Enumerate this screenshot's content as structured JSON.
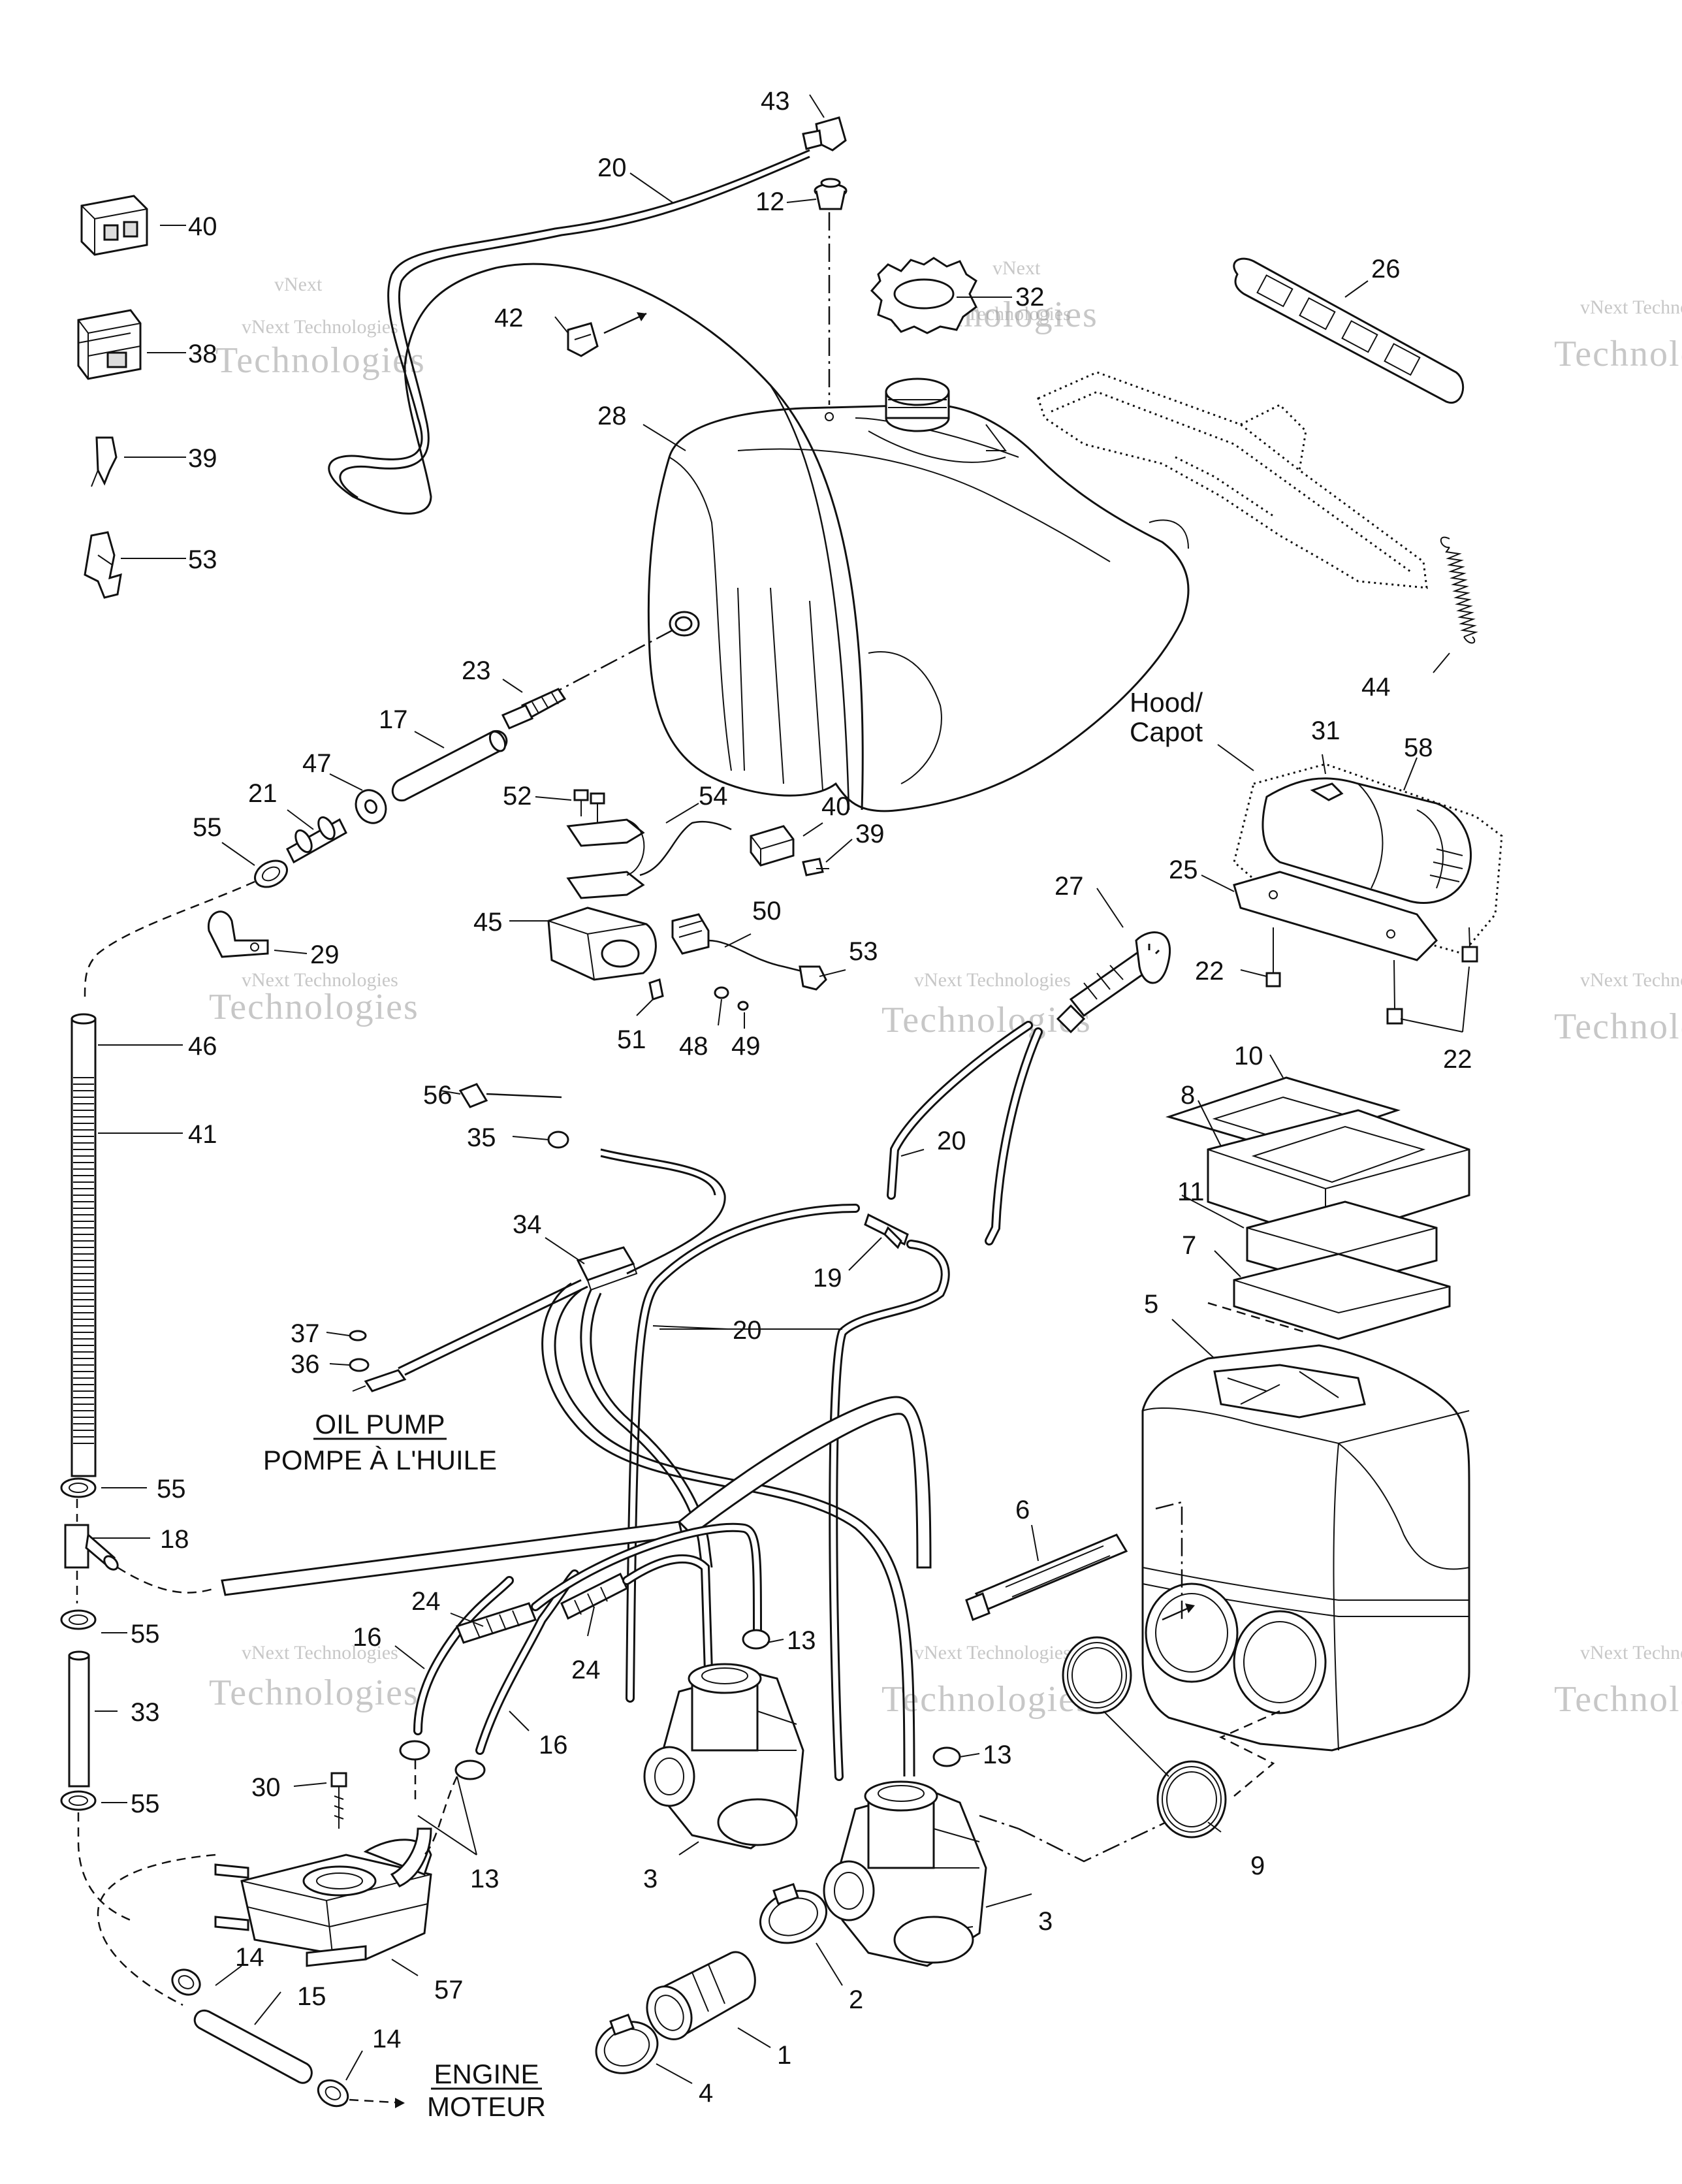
{
  "callouts": [
    {
      "id": "c43",
      "text": "43"
    },
    {
      "id": "c20a",
      "text": "20"
    },
    {
      "id": "c12",
      "text": "12"
    },
    {
      "id": "c40a",
      "text": "40"
    },
    {
      "id": "c38",
      "text": "38"
    },
    {
      "id": "c39a",
      "text": "39"
    },
    {
      "id": "c53a",
      "text": "53"
    },
    {
      "id": "c42",
      "text": "42"
    },
    {
      "id": "c32",
      "text": "32"
    },
    {
      "id": "c26",
      "text": "26"
    },
    {
      "id": "c28",
      "text": "28"
    },
    {
      "id": "c44",
      "text": "44"
    },
    {
      "id": "c23",
      "text": "23"
    },
    {
      "id": "c17",
      "text": "17"
    },
    {
      "id": "c47",
      "text": "47"
    },
    {
      "id": "c21",
      "text": "21"
    },
    {
      "id": "c55a",
      "text": "55"
    },
    {
      "id": "c52",
      "text": "52"
    },
    {
      "id": "c54",
      "text": "54"
    },
    {
      "id": "c40b",
      "text": "40"
    },
    {
      "id": "c39b",
      "text": "39"
    },
    {
      "id": "c31",
      "text": "31"
    },
    {
      "id": "c58",
      "text": "58"
    },
    {
      "id": "c29",
      "text": "29"
    },
    {
      "id": "c45",
      "text": "45"
    },
    {
      "id": "c50",
      "text": "50"
    },
    {
      "id": "c53b",
      "text": "53"
    },
    {
      "id": "c27",
      "text": "27"
    },
    {
      "id": "c25",
      "text": "25"
    },
    {
      "id": "c22a",
      "text": "22"
    },
    {
      "id": "c22b",
      "text": "22"
    },
    {
      "id": "c46",
      "text": "46"
    },
    {
      "id": "c51",
      "text": "51"
    },
    {
      "id": "c48",
      "text": "48"
    },
    {
      "id": "c49",
      "text": "49"
    },
    {
      "id": "c10",
      "text": "10"
    },
    {
      "id": "c8",
      "text": "8"
    },
    {
      "id": "c56",
      "text": "56"
    },
    {
      "id": "c41",
      "text": "41"
    },
    {
      "id": "c35",
      "text": "35"
    },
    {
      "id": "c20b",
      "text": "20"
    },
    {
      "id": "c11",
      "text": "11"
    },
    {
      "id": "c34",
      "text": "34"
    },
    {
      "id": "c19",
      "text": "19"
    },
    {
      "id": "c7",
      "text": "7"
    },
    {
      "id": "c5",
      "text": "5"
    },
    {
      "id": "c20c",
      "text": "20"
    },
    {
      "id": "c37",
      "text": "37"
    },
    {
      "id": "c36",
      "text": "36"
    },
    {
      "id": "c55b",
      "text": "55"
    },
    {
      "id": "c18",
      "text": "18"
    },
    {
      "id": "c6",
      "text": "6"
    },
    {
      "id": "c24a",
      "text": "24"
    },
    {
      "id": "c55c",
      "text": "55"
    },
    {
      "id": "c16a",
      "text": "16"
    },
    {
      "id": "c24b",
      "text": "24"
    },
    {
      "id": "c13a",
      "text": "13"
    },
    {
      "id": "c33",
      "text": "33"
    },
    {
      "id": "c16b",
      "text": "16"
    },
    {
      "id": "c13b",
      "text": "13"
    },
    {
      "id": "c55d",
      "text": "55"
    },
    {
      "id": "c30",
      "text": "30"
    },
    {
      "id": "c13c",
      "text": "13"
    },
    {
      "id": "c3a",
      "text": "3"
    },
    {
      "id": "c9",
      "text": "9"
    },
    {
      "id": "c3b",
      "text": "3"
    },
    {
      "id": "c14a",
      "text": "14"
    },
    {
      "id": "c57",
      "text": "57"
    },
    {
      "id": "c15",
      "text": "15"
    },
    {
      "id": "c2",
      "text": "2"
    },
    {
      "id": "c14b",
      "text": "14"
    },
    {
      "id": "c1",
      "text": "1"
    },
    {
      "id": "c4",
      "text": "4"
    }
  ],
  "notes": {
    "hood_line1": "Hood/",
    "hood_line2": "Capot",
    "oil_pump_en": "OIL PUMP",
    "oil_pump_fr": "POMPE À L'HUILE",
    "engine_en": "ENGINE",
    "engine_fr": "MOTEUR"
  },
  "watermark": {
    "small": "vNext Technologies",
    "large": "Technologies",
    "top": "vNext"
  }
}
